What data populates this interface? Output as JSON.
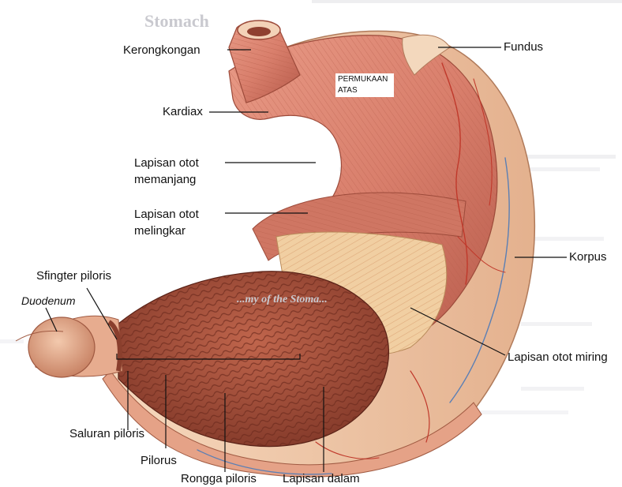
{
  "labels": {
    "kerongkongan": "Kerongkongan",
    "fundus": "Fundus",
    "permukaan_atas_line1": "PERMUKAAN",
    "permukaan_atas_line2": "ATAS",
    "kardiax": "Kardiax",
    "lapisan_otot_memanjang_line1": "Lapisan otot",
    "lapisan_otot_memanjang_line2": "memanjang",
    "lapisan_otot_melingkar_line1": "Lapisan otot",
    "lapisan_otot_melingkar_line2": "melingkar",
    "korpus": "Korpus",
    "sfingter_piloris": "Sfingter piloris",
    "duodenum": "Duodenum",
    "lapisan_otot_miring": "Lapisan otot miring",
    "saluran_piloris": "Saluran piloris",
    "pilorus": "Pilorus",
    "rongga_piloris": "Rongga piloris",
    "lapisan_dalam": "Lapisan dalam"
  },
  "background_text": {
    "heading_fragment": "Stomach",
    "section_fragment": "...my of the Stoma..."
  },
  "colors": {
    "muscle": "#d97f6c",
    "muscle_dark": "#b65a4a",
    "serosa": "#f0c9a8",
    "mucosa": "#a8503a",
    "vessel_red": "#c0392b",
    "vessel_blue": "#5a7fb5"
  }
}
